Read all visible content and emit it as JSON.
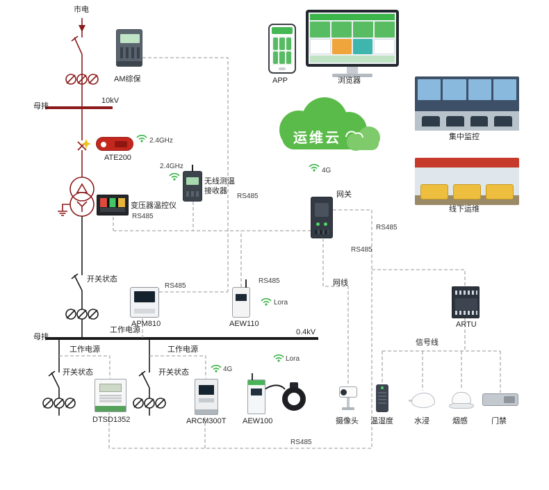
{
  "diagram": {
    "top": {
      "mains_label": "市电",
      "am_device_label": "AM综保",
      "voltage_label": "10kV",
      "busbar_label": "母排",
      "ate200_freq": "2.4GHz",
      "ate200_label": "ATE200",
      "receiver_freq": "2.4GHz",
      "temp_controller_label": "变压器温控仪",
      "receiver_label_1": "无线测温",
      "receiver_label_2": "接收器"
    },
    "cloud": {
      "app_label": "APP",
      "browser_label": "浏览器",
      "cloud_label": "运维云",
      "net_4g": "4G",
      "gateway_label": "网关",
      "central_label": "集中监控",
      "offline_label": "线下运维"
    },
    "mid": {
      "switch_label": "开关状态",
      "apm_label": "APM810",
      "aew110_label": "AEW110",
      "lora_1": "Lora",
      "netcable_label": "网线",
      "artu_label": "ARTU",
      "power_label": "工作电源",
      "busbar_label": "母排",
      "voltage_label": "0.4kV",
      "signal_label": "信号线"
    },
    "bottom": {
      "power_label_1": "工作电源",
      "power_label_2": "工作电源",
      "switch_label_1": "开关状态",
      "switch_label_2": "开关状态",
      "net_4g": "4G",
      "lora": "Lora",
      "dtsd_label": "DTSD1352",
      "arcm_label": "ARCM300T",
      "aew100_label": "AEW100",
      "camera_label": "摄像头",
      "temp_humidity_label": "温湿度",
      "water_label": "水浸",
      "smoke_label": "烟感",
      "door_label": "门禁"
    },
    "rs485": [
      "RS485",
      "RS485",
      "RS485",
      "RS485",
      "RS485",
      "RS485",
      "RS485"
    ],
    "colors": {
      "hv_line": "#8b1a1a",
      "lv_line": "#1a1a1a",
      "comm_line": "#aaaaaa",
      "cloud_green": "#5bbb4a",
      "cloud_green_light": "#7fca6b",
      "wifi_green": "#3db54a",
      "device_red": "#c4271d",
      "spark_yellow": "#f2c01d"
    }
  }
}
